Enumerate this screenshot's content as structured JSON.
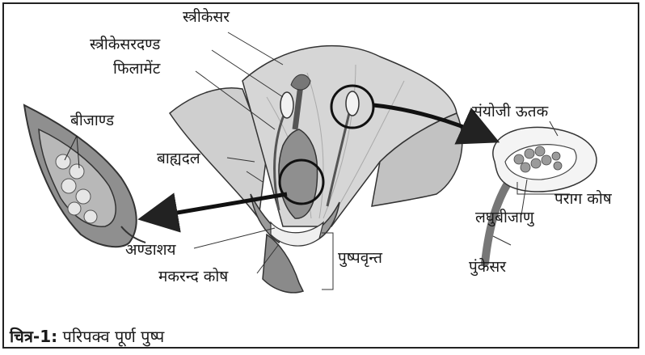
{
  "labels": {
    "strikesar": "स्त्रीकेसर",
    "strikesardand": "स्त्रीकेसरदण्ड",
    "filament": "फिलामेंट",
    "bijand": "बीजाण्ड",
    "bahyadal": "बाह्यदल",
    "andashay": "अण्डाशय",
    "makarand": "मकरन्द कोष",
    "pushpvrint": "पुष्पवृन्त",
    "sanyojee": "संयोजी ऊतक",
    "parag": "पराग कोष",
    "laghubijanu": "लघुबीजाणु",
    "punkesar": "पुंकेसर"
  },
  "caption": {
    "prefix": "चित्र-1:",
    "text": "परिपक्व पूर्ण पुष्प"
  },
  "colors": {
    "petal": "#c9c9c9",
    "petal_dark": "#9a9a9a",
    "line": "#222222"
  }
}
